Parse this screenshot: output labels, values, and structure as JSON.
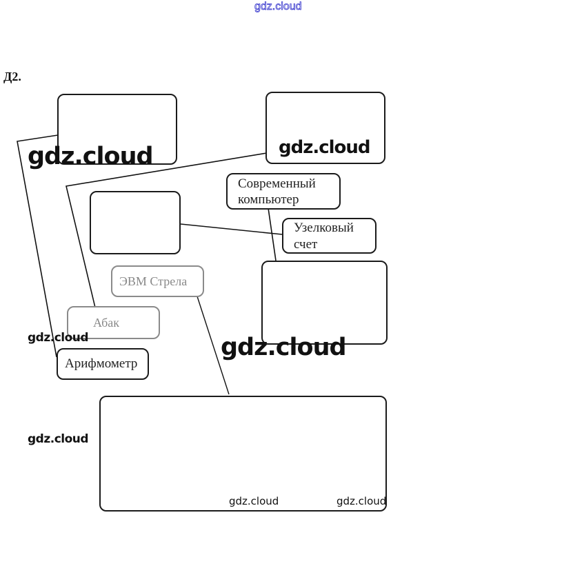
{
  "header": {
    "watermark": "gdz.cloud",
    "watermark_color": "#3333cc"
  },
  "task": {
    "label": "Д2."
  },
  "diagram": {
    "boxes": [
      {
        "id": "box-top-left",
        "text_lines": []
      },
      {
        "id": "box-top-right",
        "text_lines": []
      },
      {
        "id": "box-modern-computer",
        "text_lines": [
          "Современный",
          "компьютер"
        ]
      },
      {
        "id": "box-middle-left",
        "text_lines": []
      },
      {
        "id": "box-knot-counting",
        "text_lines": [
          "Узелковый",
          "счет"
        ]
      },
      {
        "id": "box-evm-strela",
        "text_lines": [
          "ЭВМ Стрела"
        ]
      },
      {
        "id": "box-right-middle",
        "text_lines": []
      },
      {
        "id": "box-abacus",
        "text_lines": [
          "Абак"
        ]
      },
      {
        "id": "box-arithmometer",
        "text_lines": [
          "Арифмометр"
        ]
      },
      {
        "id": "box-bottom-large",
        "text_lines": []
      }
    ],
    "connections": [
      {
        "from": "box-top-left",
        "to": "box-arithmometer"
      },
      {
        "from": "box-top-right",
        "to": "box-abacus"
      },
      {
        "from": "box-middle-left",
        "to": "box-knot-counting"
      },
      {
        "from": "box-modern-computer",
        "to": "box-right-middle"
      },
      {
        "from": "box-evm-strela",
        "to": "box-bottom-large"
      }
    ]
  },
  "watermarks": {
    "w1": "gdz.cloud",
    "w2": "gdz.cloud",
    "w3": "gdz.cloud",
    "w4": "gdz.cloud",
    "w5": "gdz.cloud",
    "w6": "gdz.cloud",
    "w7": "gdz.cloud"
  }
}
